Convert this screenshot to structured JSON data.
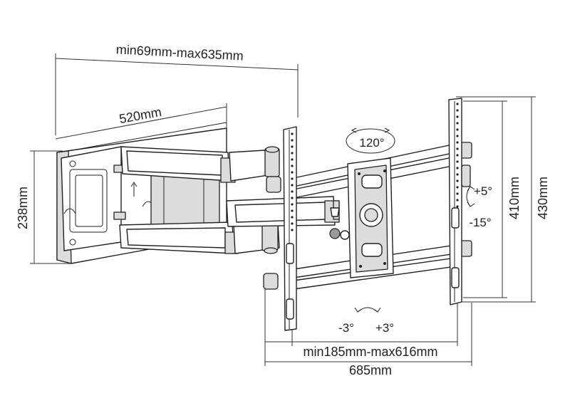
{
  "dimensions": {
    "top_extension": "min69mm-max635mm",
    "arm_length": "520mm",
    "wall_plate_height": "238mm",
    "rail_spacing": "410mm",
    "overall_height": "430mm",
    "vesa_width": "min185mm-max616mm",
    "overall_width": "685mm"
  },
  "angles": {
    "swivel": "120°",
    "tilt_up": "+5°",
    "tilt_down": "-15°",
    "level_left": "-3°",
    "level_right": "+3°"
  },
  "colors": {
    "line": "#222222",
    "steel_fill": "#dcdcdc",
    "background": "#ffffff"
  }
}
